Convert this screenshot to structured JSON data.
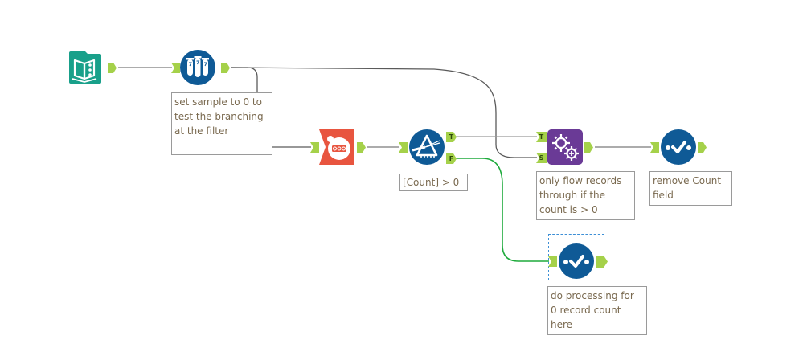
{
  "canvas": {
    "background": "#ffffff"
  },
  "colors": {
    "input_teal": "#19a08a",
    "tool_blue": "#0f5a96",
    "sample_red": "#e8553f",
    "formula_purple": "#6a3a96",
    "anchor_green": "#a5d14a",
    "wire_gray": "#7a7a7a",
    "wire_false_green": "#1eaa3c",
    "selection_blue": "#3d8fd6"
  },
  "tools": [
    {
      "id": "input",
      "icon": "input-data-book-icon",
      "type": "Input Data"
    },
    {
      "id": "sample",
      "icon": "sample-test-tubes-icon",
      "type": "Sample",
      "annotation": "set sample to 0 to\ntest the branching\nat the filter"
    },
    {
      "id": "count",
      "icon": "count-records-icon",
      "type": "Count Records",
      "counter_text": "000"
    },
    {
      "id": "filter",
      "icon": "filter-prism-icon",
      "type": "Filter",
      "annotation": "[Count] > 0",
      "outputs": [
        "T",
        "F"
      ]
    },
    {
      "id": "append",
      "icon": "append-fields-gears-icon",
      "type": "Append Fields",
      "annotation": "only flow records\nthrough if the\ncount is > 0",
      "inputs": [
        "T",
        "S"
      ]
    },
    {
      "id": "select1",
      "icon": "select-check-icon",
      "type": "Select",
      "annotation": "remove Count\nfield"
    },
    {
      "id": "select2",
      "icon": "select-check-icon",
      "type": "Select",
      "annotation": "do processing for\n0 record count\nhere",
      "selected": true
    }
  ],
  "connections": [
    {
      "from": "input",
      "to": "sample"
    },
    {
      "from": "sample",
      "to": "count"
    },
    {
      "from": "sample",
      "to": "append",
      "to_anchor": "S"
    },
    {
      "from": "count",
      "to": "filter"
    },
    {
      "from": "filter",
      "from_anchor": "T",
      "to": "append",
      "to_anchor": "T"
    },
    {
      "from": "filter",
      "from_anchor": "F",
      "to": "select2"
    },
    {
      "from": "append",
      "to": "select1"
    }
  ]
}
